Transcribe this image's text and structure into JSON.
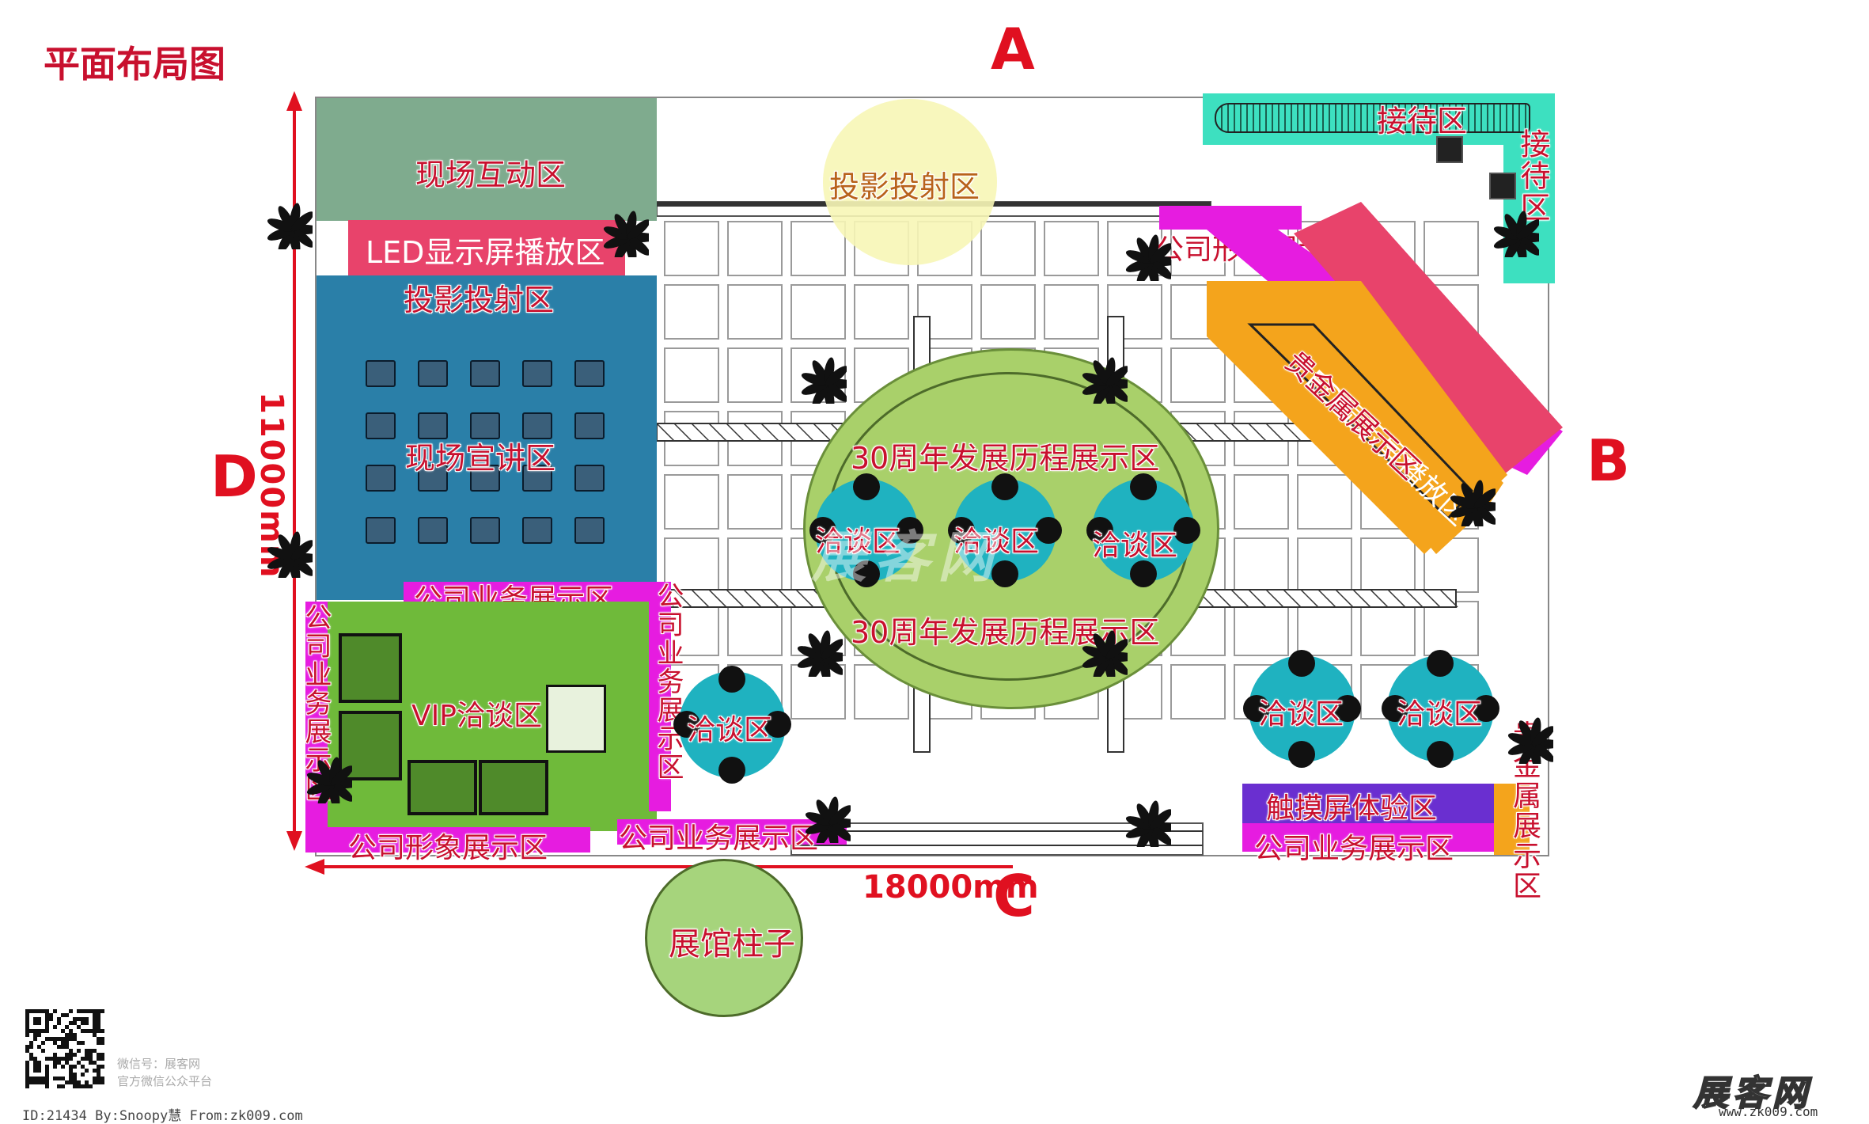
{
  "title": "平面布局图",
  "side_labels": {
    "a": "A",
    "b": "B",
    "c": "C",
    "d": "D"
  },
  "dimensions": {
    "width": "18000mm",
    "height": "11000mm"
  },
  "zones": {
    "interaction": "现场互动区",
    "led_left": "LED显示屏播放区",
    "projection_left": "投影投射区",
    "lecture": "现场宣讲区",
    "business_top_green": "公司业务展示区",
    "business_left_vertical": "公司业务展示区",
    "business_mid_vertical": "公司业务展示区",
    "vip": "VIP洽谈区",
    "image_bottom_left": "公司形象展示区",
    "business_bottom_mid": "公司业务展示区",
    "projection_top": "投影投射区",
    "reception_h": "接待区",
    "reception_v": "接待区",
    "image_top_right": "公司形象展示区",
    "led_diag": "LED显示屏播放区",
    "precious_diag": "贵金属展示区",
    "history_top": "30周年发展历程展示区",
    "history_bottom": "30周年发展历程展示区",
    "negotiate_1": "洽谈区",
    "negotiate_2": "洽谈区",
    "negotiate_3": "洽谈区",
    "negotiate_4": "洽谈区",
    "negotiate_5": "洽谈区",
    "negotiate_6": "洽谈区",
    "touch": "触摸屏体验区",
    "business_bottom_right": "公司业务展示区",
    "precious_right": "贵金属展示区",
    "pillar": "展馆柱子"
  },
  "watermark": {
    "center": "展客网",
    "logo": "展客网",
    "site": "www.zk009.com"
  },
  "footer": {
    "wechat_label": "微信号：展客网",
    "wechat_platform": "官方微信公众平台",
    "id_line": "ID:21434 By:Snoopy慧 From:zk009.com"
  },
  "colors": {
    "interaction": "#7fab8e",
    "led": "#e8436b",
    "projection_bar": "#1f8a3a",
    "lecture": "#2a7fa8",
    "vip": "#6fba3a",
    "reception": "#3de0c0",
    "magenta": "#e61ce0",
    "orange": "#f4a41c",
    "history": "#a9d06a",
    "table": "#1fb2c0",
    "touch": "#6a2fd0",
    "pillar": "#a6d47c",
    "label": "#c8102e",
    "marker": "#e01020"
  }
}
